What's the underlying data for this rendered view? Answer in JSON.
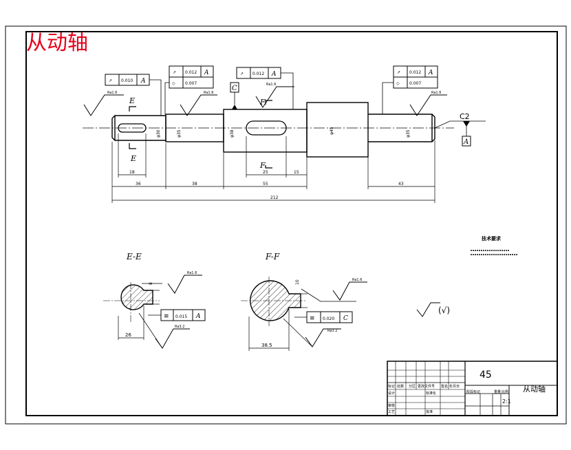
{
  "title": "从动轴",
  "colors": {
    "title": "#e6001a",
    "ink": "#000000"
  },
  "dimensions": {
    "seg1": "36",
    "seg2": "38",
    "seg3": "55",
    "seg5": "43",
    "overall": "212",
    "key1": "18",
    "key2_len": "25",
    "key2_off": "15",
    "dia1": "φ30",
    "dia2": "φ35",
    "dia3": "φ38",
    "dia4": "φ45",
    "dia5": "φ35"
  },
  "tolerances": {
    "runout_a1": "0.010",
    "runout_a2": "0.012",
    "cyl": "0.007",
    "runout_a3": "0.012",
    "runout_a4": "0.012",
    "cyl2": "0.007",
    "datum_a": "A",
    "datum_c": "C",
    "sym1": "0.015",
    "sym2": "0.020"
  },
  "roughness": {
    "r16": "Ra1.6",
    "r32": "Ra3.2",
    "rest": "(√)"
  },
  "chamfer": "C2",
  "sections": {
    "ee": "E-E",
    "ff": "F-F",
    "e": "E",
    "f": "F",
    "ee_depth": "26",
    "ff_depth": "38.5",
    "ee_key": "8",
    "ff_key": "10"
  },
  "tech": {
    "title": "技术要求"
  },
  "titleblock": {
    "material": "45",
    "name": "从动轴",
    "scale": "2:1",
    "r1": "标记",
    "r2": "处数",
    "r3": "分区",
    "r4": "更改文件号",
    "r5": "签名",
    "r6": "年月日",
    "r7": "设计",
    "r8": "标准化",
    "r9": "阶段标记",
    "r10": "重量",
    "r11": "比例",
    "r12": "审核",
    "r13": "工艺",
    "r14": "批准"
  }
}
